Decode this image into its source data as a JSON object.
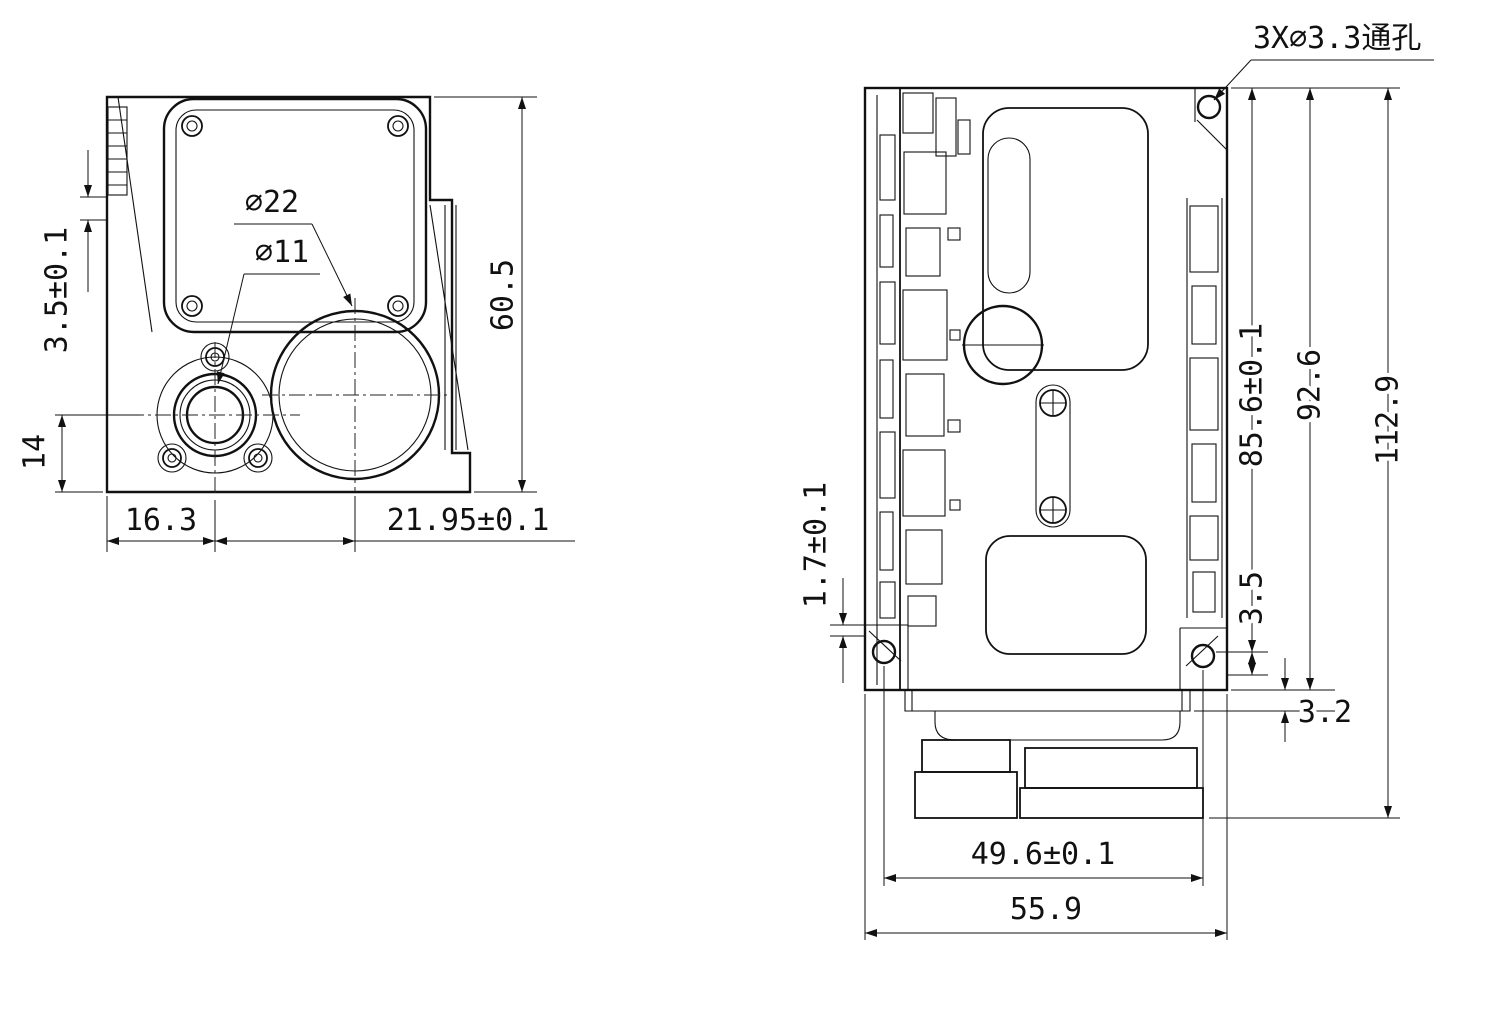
{
  "front_view": {
    "dia_large": "∅22",
    "dia_small": "∅11",
    "height": "60.5",
    "top_offset": "3.5±0.1",
    "lens_offset": "14",
    "left_width": "16.3",
    "lens_spacing": "21.95±0.1"
  },
  "side_view": {
    "hole_note": "3X∅3.3通孔",
    "gap": "1.7±0.1",
    "hole_height": "85.6±0.1",
    "body_height": "92.6",
    "total_height": "112.9",
    "ear_offset": "3.5",
    "step": "3.2",
    "hole_spacing": "49.6±0.1",
    "total_width": "55.9"
  },
  "colors": {
    "line": "#111111",
    "background": "#ffffff"
  }
}
